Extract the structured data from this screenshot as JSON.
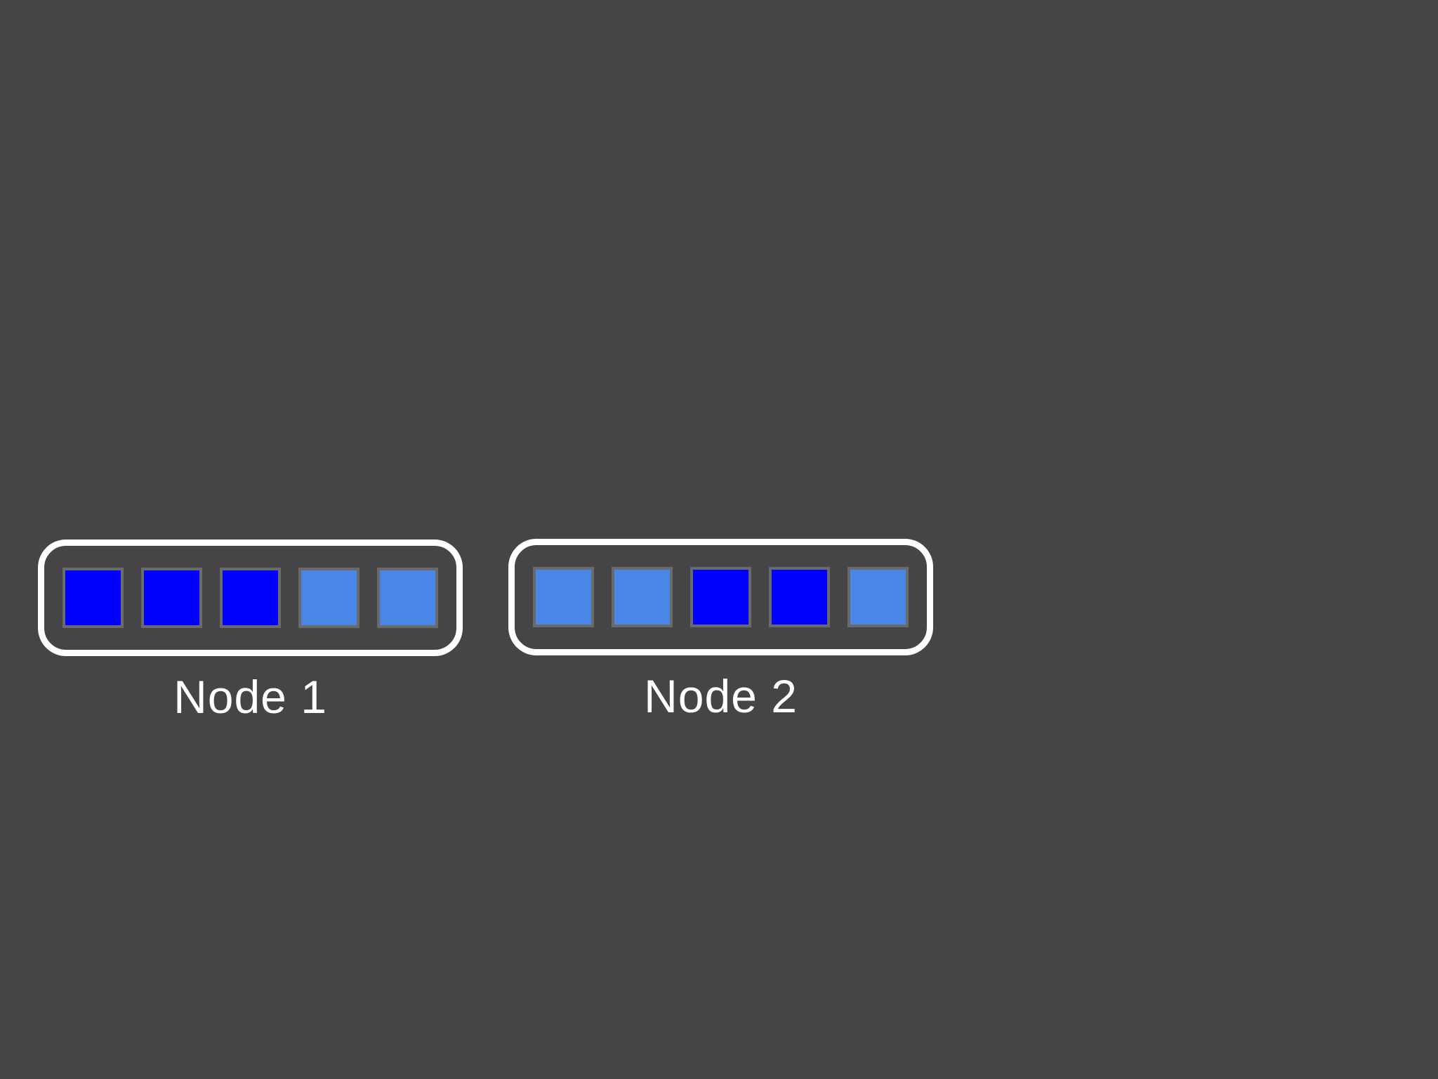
{
  "background_color": "#454547",
  "colors": {
    "dark_blue": "#0000fe",
    "light_blue": "#4a86e8",
    "square_border": "#6a6a6a",
    "node_border": "#ffffff",
    "label_text": "#ffffff"
  },
  "nodes": [
    {
      "label": "Node 1",
      "slots": [
        "dark_blue",
        "dark_blue",
        "dark_blue",
        "light_blue",
        "light_blue"
      ]
    },
    {
      "label": "Node 2",
      "slots": [
        "light_blue",
        "light_blue",
        "dark_blue",
        "dark_blue",
        "light_blue"
      ]
    }
  ]
}
